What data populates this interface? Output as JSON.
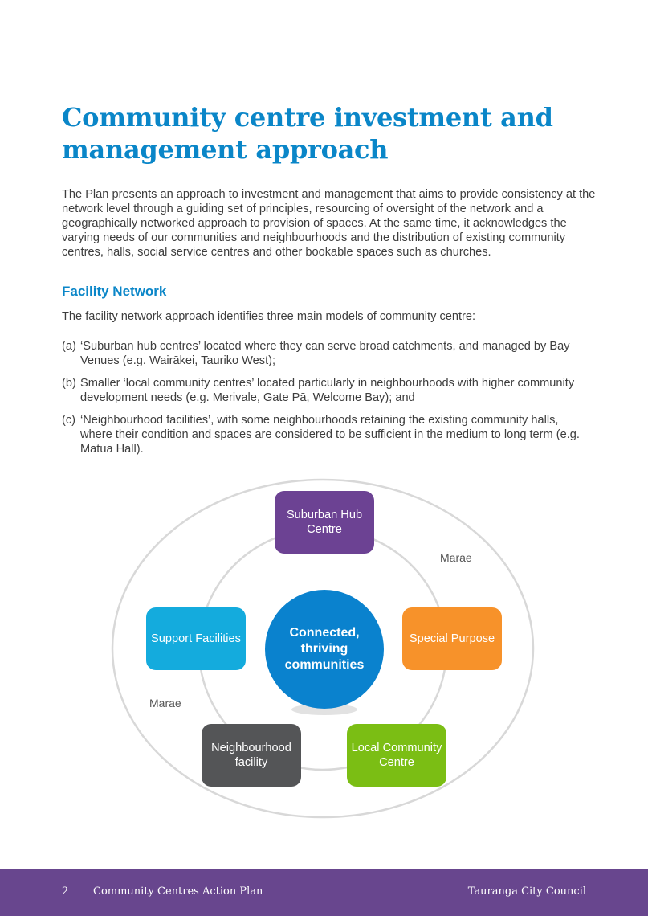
{
  "title": "Community centre investment and management approach",
  "intro": "The Plan presents an approach to investment and management that aims to provide consistency at the network level through a guiding set of principles, resourcing of oversight of the network and a geographically networked approach to provision of spaces. At the same time, it acknowledges the varying needs of our communities and neighbourhoods and the distribution of existing community centres, halls, social service centres and other bookable spaces such as churches.",
  "section": {
    "heading": "Facility Network",
    "lead": "The facility network approach identifies three main models of community centre:",
    "items": [
      {
        "marker": "(a)",
        "text": "‘Suburban hub centres’ located where they can serve broad catchments, and managed by Bay Venues (e.g. Wairākei, Tauriko West);"
      },
      {
        "marker": "(b)",
        "text": "Smaller ‘local community centres’ located particularly in neighbourhoods with higher community development needs (e.g. Merivale, Gate Pā, Welcome Bay); and"
      },
      {
        "marker": "(c)",
        "text": "‘Neighbourhood facilities’, with some neighbourhoods retaining the existing community halls, where their condition and spaces are considered to be sufficient in the medium to long term (e.g. Matua Hall)."
      }
    ]
  },
  "diagram": {
    "center": "Connected, thriving communities",
    "suburban_hub": "Suburban Hub Centre",
    "support": "Support Facilities",
    "special": "Special Purpose",
    "neighbourhood": "Neighbourhood facility",
    "local": "Local Community Centre",
    "marae_right": "Marae",
    "marae_left": "Marae",
    "colors": {
      "center": "#0a82ce",
      "suburban_hub": "#6c4293",
      "support": "#14abdd",
      "special": "#f7922a",
      "neighbourhood": "#545557",
      "local": "#7bbe14",
      "ring": "#d8d8d8"
    }
  },
  "footer": {
    "page": "2",
    "document": "Community Centres Action Plan",
    "organisation": "Tauranga City Council"
  }
}
